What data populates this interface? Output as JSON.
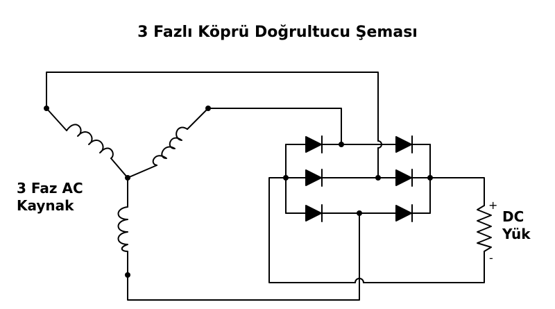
{
  "title": "3 Fazlı Köprü Doğrultucu Şeması",
  "source": {
    "line1": "3 Faz AC",
    "line2": "Kaynak"
  },
  "load": {
    "line1": "DC",
    "line2": "Yük",
    "plus": "+",
    "minus": "-"
  },
  "colors": {
    "wire": "#000000",
    "background": "#ffffff"
  }
}
